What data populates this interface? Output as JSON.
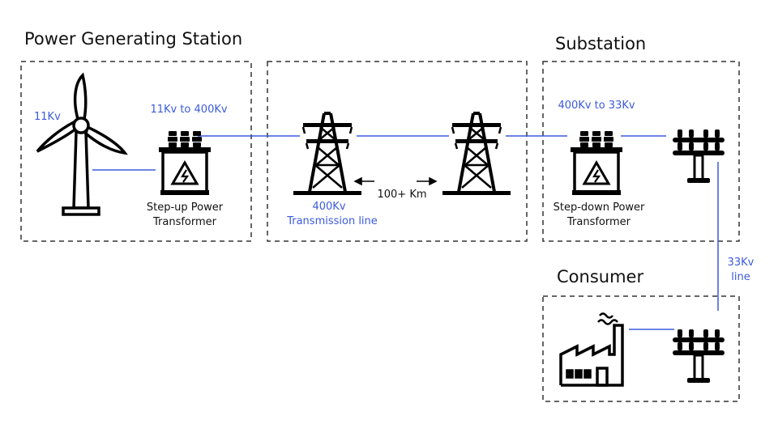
{
  "sections": {
    "generating_station": "Power Generating Station",
    "substation": "Substation",
    "consumer": "Consumer"
  },
  "labels": {
    "gen_voltage": "11Kv",
    "stepup_ratio": "11Kv to 400Kv",
    "stepup_name_1": "Step-up Power",
    "stepup_name_2": "Transformer",
    "line_voltage": "400Kv",
    "line_name": "Transmission line",
    "distance": "100+ Km",
    "stepdown_ratio": "400Kv to 33Kv",
    "stepdown_name_1": "Step-down Power",
    "stepdown_name_2": "Transformer",
    "dist_voltage": "33Kv",
    "dist_line": "line"
  },
  "colors": {
    "wire": "#3b5bdb",
    "icon": "#000000",
    "dashed_border": "#333333"
  },
  "icons": [
    "wind-turbine-icon",
    "transformer-icon",
    "transmission-tower-icon",
    "insulator-pole-icon",
    "factory-icon"
  ]
}
